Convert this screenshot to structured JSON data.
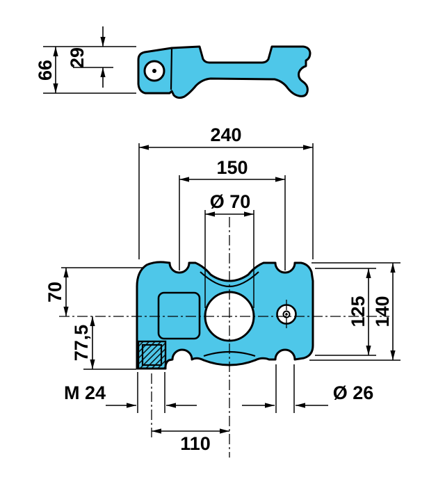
{
  "drawing": {
    "colors": {
      "background": "#ffffff",
      "part_fill": "#4EC7E9",
      "line": "#000000",
      "hole_fill": "#ffffff"
    },
    "side_view": {
      "dim_66": "66",
      "dim_29": "29"
    },
    "front_view": {
      "dim_240": "240",
      "dim_150": "150",
      "dim_dia70": "Ø 70",
      "dim_70": "70",
      "dim_77_5": "77,5",
      "dim_125": "125",
      "dim_140": "140",
      "dim_m24": "M 24",
      "dim_dia26": "Ø 26",
      "dim_110": "110"
    }
  }
}
